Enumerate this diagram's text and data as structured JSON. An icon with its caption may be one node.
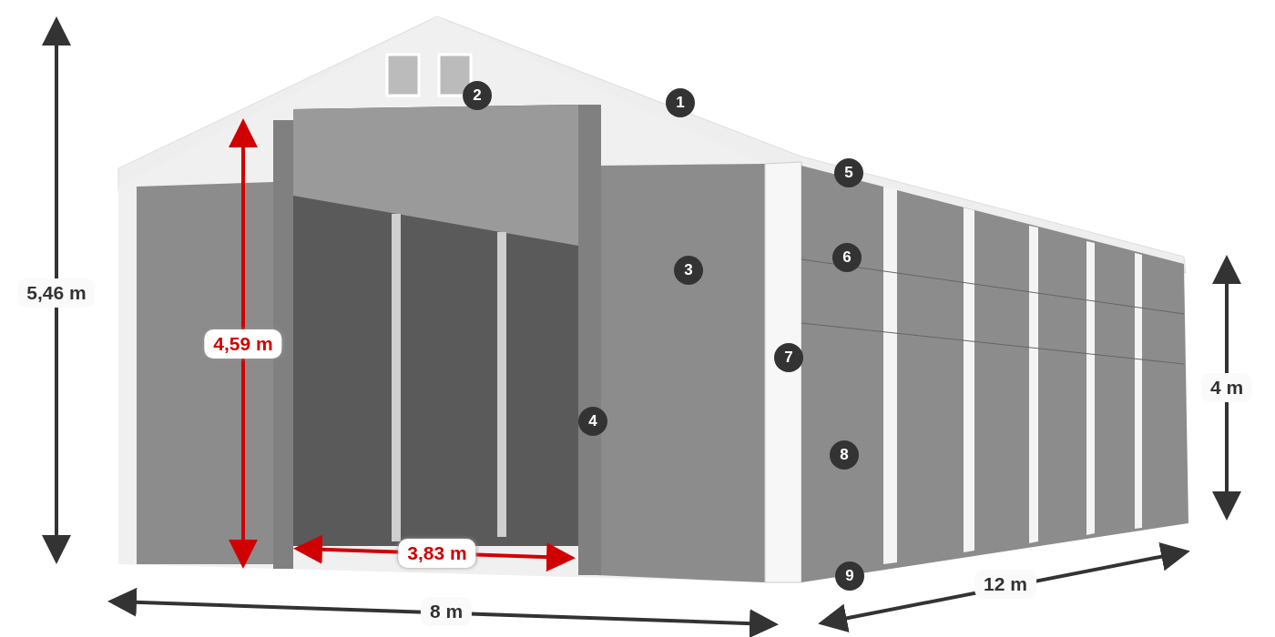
{
  "diagram": {
    "labels": [
      "2",
      "1",
      "5",
      "6",
      "3",
      "5,46 m",
      "4,59 m",
      "7",
      "4 m",
      "4",
      "8",
      "3,83 m",
      "9",
      "12 m",
      "8 m"
    ]
  }
}
